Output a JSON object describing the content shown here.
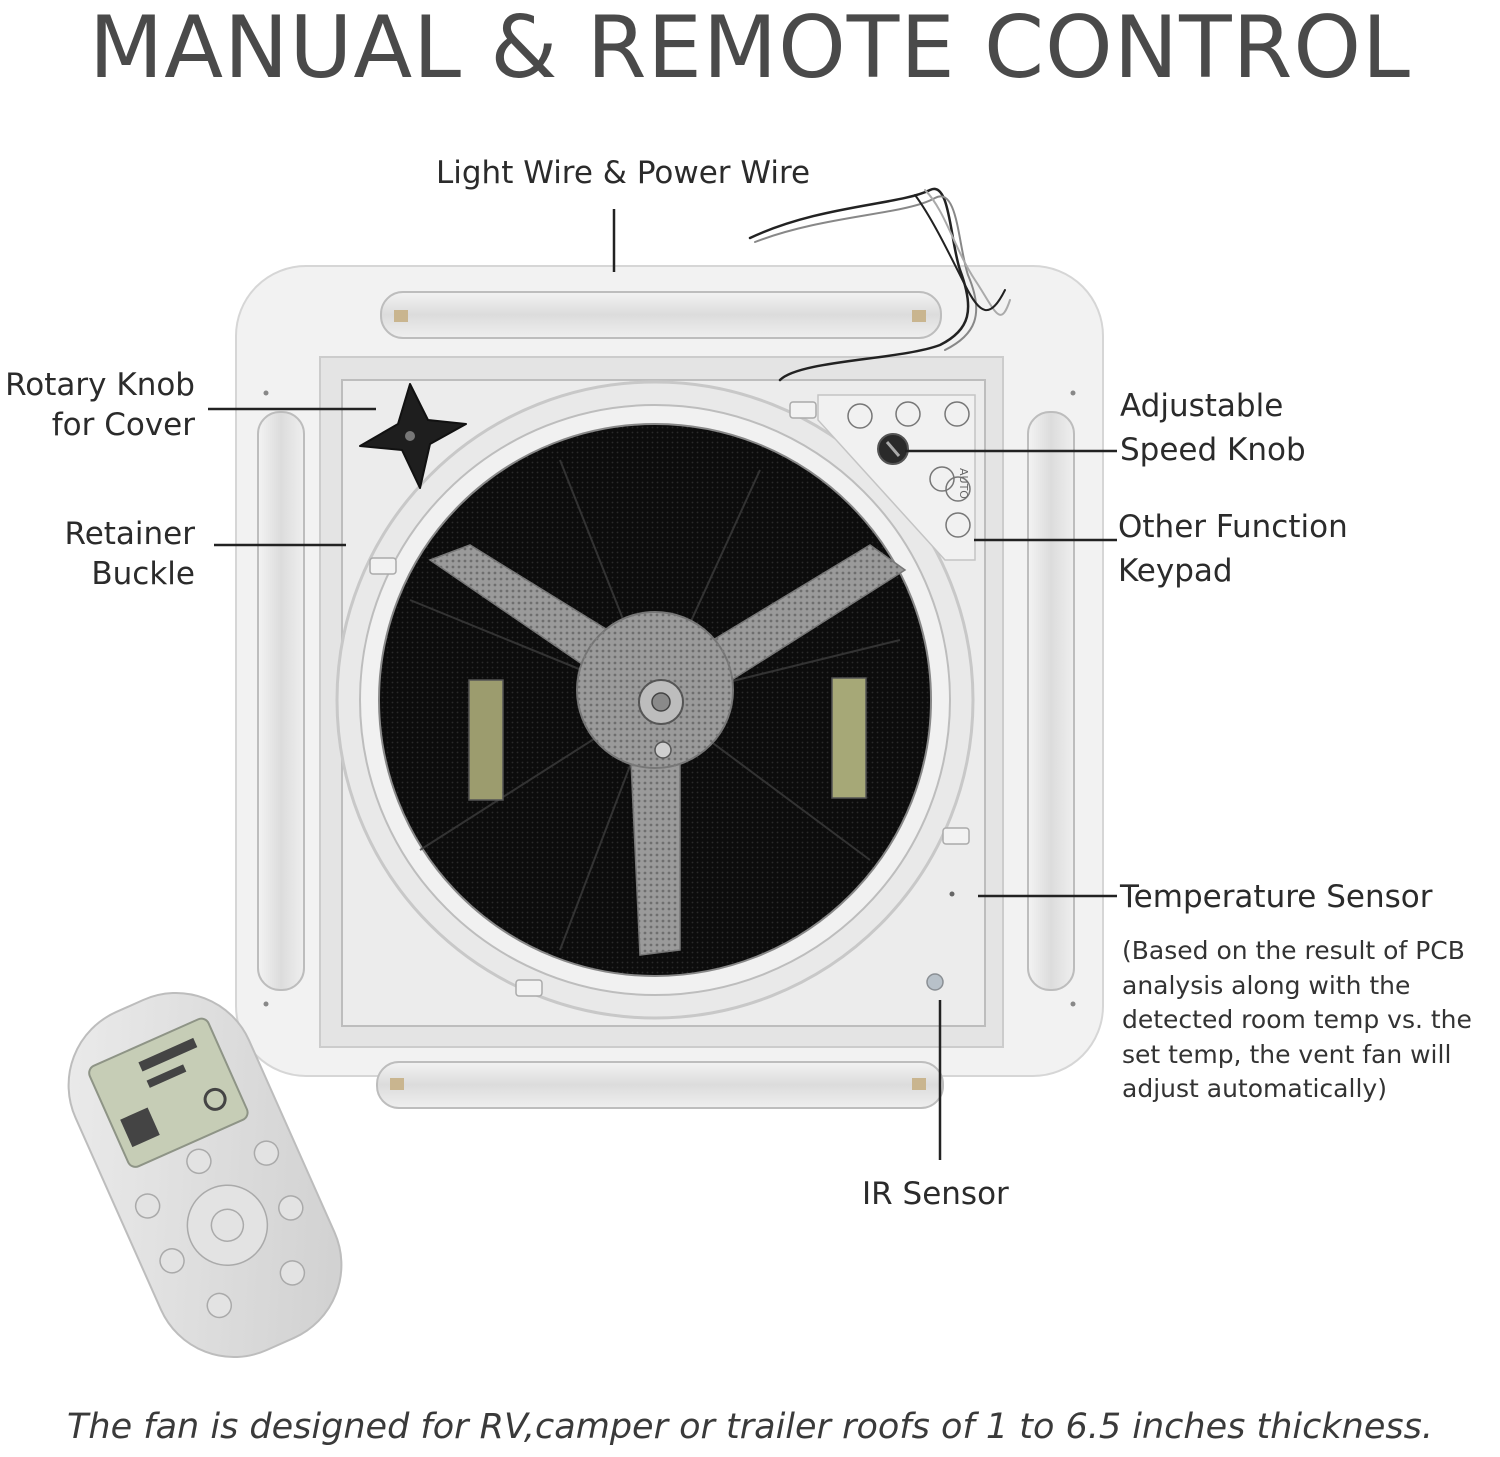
{
  "title": "MANUAL & REMOTE CONTROL",
  "labels": {
    "light_power_wire": "Light Wire & Power Wire",
    "rotary_knob": [
      "Rotary Knob",
      "for Cover"
    ],
    "retainer_buckle": [
      "Retainer",
      "Buckle"
    ],
    "speed_knob": [
      "Adjustable",
      "Speed Knob"
    ],
    "keypad": [
      "Other Function",
      "Keypad"
    ],
    "temp_sensor": "Temperature Sensor",
    "ir_sensor": "IR Sensor"
  },
  "temp_note": "(Based on the result of PCB\nanalysis along with the\ndetected room temp vs. the\nset temp, the vent fan will\nadjust automatically)",
  "footer": "The fan is designed for RV,camper or trailer roofs of 1 to 6.5 inches thickness.",
  "keypad_auto": "AUTO"
}
